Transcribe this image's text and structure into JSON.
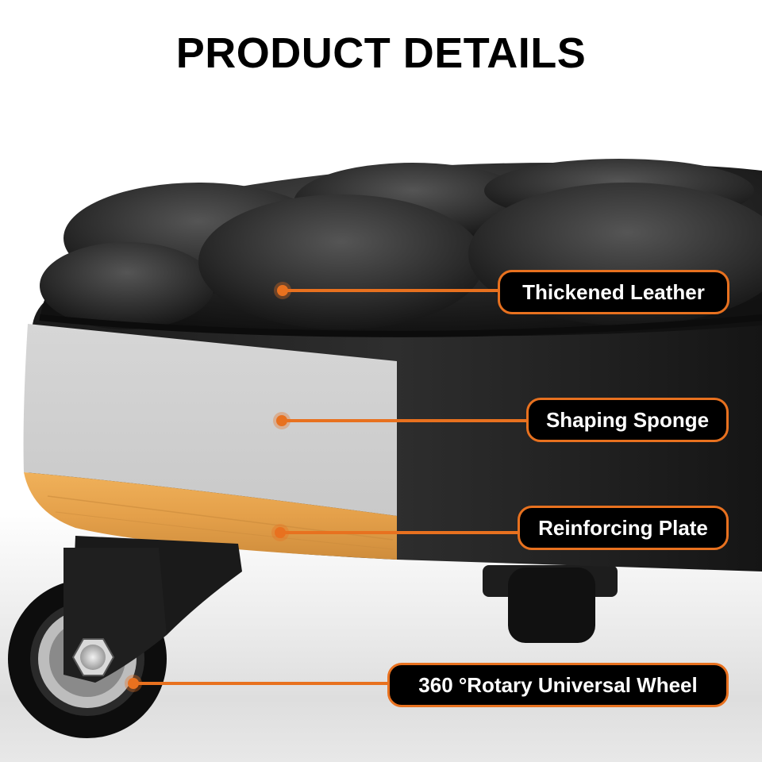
{
  "title": "PRODUCT DETAILS",
  "accent_color": "#e8711f",
  "callouts": [
    {
      "label": "Thickened Leather",
      "part": "seat-top"
    },
    {
      "label": "Shaping Sponge",
      "part": "foam-layer"
    },
    {
      "label": "Reinforcing Plate",
      "part": "wood-base"
    },
    {
      "label": "360 °Rotary Universal Wheel",
      "part": "caster-wheel"
    }
  ]
}
